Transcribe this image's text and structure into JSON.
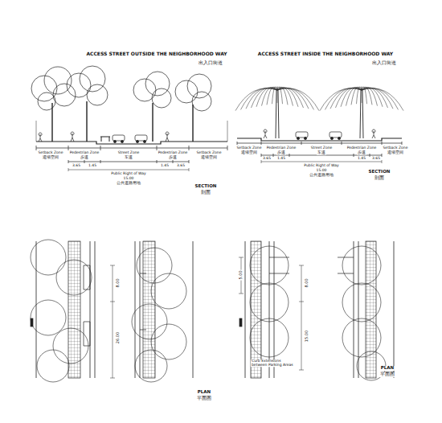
{
  "diagram": {
    "labels": [
      "ACCESS STREET OUTSIDE THE NEIGHBORHOOD WAY",
      "出入口街道",
      "ACCESS STREET INSIDE THE NEIGHBORHOOD WAY",
      "出入口街道",
      "Setback Zone",
      "退缩空间",
      "Pedestrian Zone",
      "步道",
      "Street Zone",
      "车道",
      "Pedestrian Zone",
      "步道",
      "Setback Zone",
      "退缩空间",
      "3.65",
      "1.45",
      "1.45",
      "3.65",
      "Public Right of Way",
      "15.00",
      "公共道路用地",
      "Setback Zone",
      "退缩空间",
      "Pedestrian Zone",
      "步道",
      "Street Zone",
      "车道",
      "Pedestrian Zone",
      "步道",
      "Setback Zone",
      "退缩空间",
      "3.65",
      "1.45",
      "1.45",
      "3.65",
      "Public Right of Way",
      "15.00",
      "公共道路用地",
      "SECTION",
      "剖面",
      "SECTION",
      "剖面",
      "8.00",
      "26.00",
      "PLAN",
      "平面图",
      "5.00",
      "8.00",
      "15.00",
      "Curb Extensions between Parking Areas",
      "PLAN",
      "平面图"
    ]
  }
}
